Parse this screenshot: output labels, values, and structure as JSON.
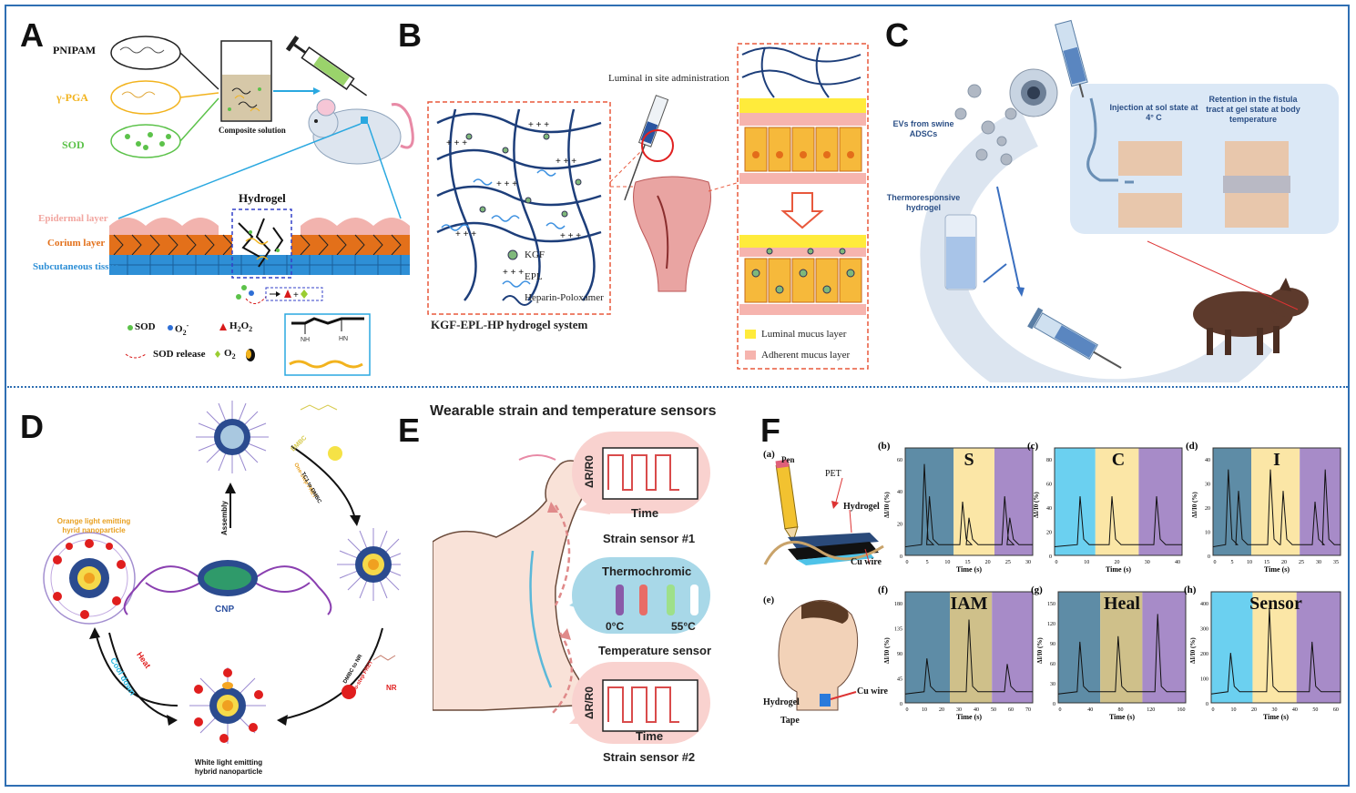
{
  "panels": {
    "A": {
      "label": "A",
      "materials": [
        "PNIPAM",
        "γ-PGA",
        "SOD"
      ],
      "composite": "Composite solution",
      "hydrogel": "Hydrogel",
      "layers": [
        "Epidermal layer",
        "Corium layer",
        "Subcutaneous tissue"
      ],
      "legend": {
        "sod": "SOD",
        "o2minus": "O",
        "o2minus_sup": "2",
        "o2minus_charge": "-",
        "h2o2": "H",
        "h2o2_a": "2",
        "h2o2_b": "O",
        "h2o2_c": "2",
        "release": "SOD release",
        "o2": "O",
        "o2_sub": "2"
      },
      "colors": {
        "pnipam": "#222222",
        "pga": "#f2b31e",
        "sod": "#5cc24a",
        "epidermal": "#f2b3ae",
        "corium": "#e3701a",
        "subcutaneous": "#2e8fd6"
      }
    },
    "B": {
      "label": "B",
      "admin": "Luminal in site administration",
      "legend": [
        "KGF",
        "EPL",
        "Heparin-Poloxamer"
      ],
      "system": "KGF-EPL-HP hydrogel system",
      "mucus": [
        "Luminal mucus layer",
        "Adherent mucus layer"
      ]
    },
    "C": {
      "label": "C",
      "evs": "EVs from swine ADSCs",
      "thermo": "Thermoresponsive hydrogel",
      "injection": "Injection at sol state at 4° C",
      "retention": "Retention in the fistula tract at gel state at body temperature"
    },
    "D": {
      "label": "D",
      "orange": "Orange light emitting hyrid nanoparticle",
      "cnp": "CNP",
      "assembly": "Assembly",
      "white": "White light emitting hybrid nanoparticle",
      "heat": "Heat",
      "cool": "Cool down",
      "nr": "NR",
      "dmbc": "DMBC",
      "dmbc_nr": "DMBC to NR",
      "two_step": "Two-step FRET",
      "one_step": "One-step FRET",
      "tc1": "TC1 to DMBC"
    },
    "E": {
      "label": "E",
      "title": "Wearable strain and temperature sensors",
      "ylabel": "ΔR/R0",
      "time": "Time",
      "sensor1": "Strain sensor #1",
      "thermochromic": "Thermochromic",
      "t_low": "0°C",
      "t_high": "55°C",
      "temp_sensor": "Temperature sensor",
      "sensor2": "Strain sensor #2"
    },
    "F": {
      "label": "F",
      "sub_a": "(a)",
      "pen": "Pen",
      "pet": "PET",
      "hydrogel": "Hydrogel",
      "cu_wire": "Cu wire",
      "sub_e": "(e)",
      "hydrogel2": "Hydrogel",
      "tape": "Tape",
      "cu_wire2": "Cu wire",
      "ylabel": "ΔI/I",
      "ylabel_sub": "0",
      "ylabel_unit": "(%)",
      "xlabel": "Time (s)",
      "charts": [
        {
          "id": "(b)",
          "letter": "S",
          "yticks": [
            "0",
            "20",
            "40",
            "60"
          ],
          "xticks": [
            "0",
            "5",
            "10",
            "15",
            "20",
            "25",
            "30"
          ]
        },
        {
          "id": "(c)",
          "letter": "C",
          "yticks": [
            "0",
            "20",
            "40",
            "60",
            "80"
          ],
          "xticks": [
            "0",
            "10",
            "20",
            "30",
            "40"
          ]
        },
        {
          "id": "(d)",
          "letter": "I",
          "yticks": [
            "0",
            "10",
            "20",
            "30",
            "40"
          ],
          "xticks": [
            "0",
            "5",
            "10",
            "15",
            "20",
            "25",
            "30",
            "35"
          ]
        },
        {
          "id": "(f)",
          "letter": "IAM",
          "yticks": [
            "0",
            "45",
            "90",
            "135",
            "180"
          ],
          "xticks": [
            "0",
            "10",
            "20",
            "30",
            "40",
            "50",
            "60",
            "70"
          ]
        },
        {
          "id": "(g)",
          "letter": "Heal",
          "yticks": [
            "0",
            "30",
            "60",
            "90",
            "120",
            "150"
          ],
          "xticks": [
            "0",
            "40",
            "80",
            "120",
            "160"
          ]
        },
        {
          "id": "(h)",
          "letter": "Sensor",
          "yticks": [
            "0",
            "100",
            "200",
            "300",
            "400"
          ],
          "xticks": [
            "0",
            "10",
            "20",
            "30",
            "40",
            "50",
            "60"
          ]
        }
      ]
    }
  }
}
